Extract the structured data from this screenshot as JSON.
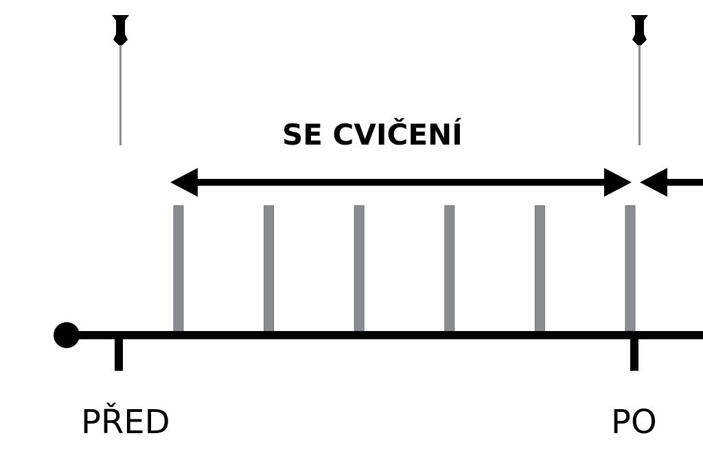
{
  "diagram": {
    "title": "SE CVIČENÍ",
    "before_label": "PŘED",
    "after_label": "PO",
    "session_count": 6,
    "colors": {
      "line": "#000000",
      "session_bar": "#8a8d90",
      "pin_shaft": "#8c8c8c"
    },
    "icons": [
      "pushpin-icon",
      "pushpin-icon"
    ]
  }
}
